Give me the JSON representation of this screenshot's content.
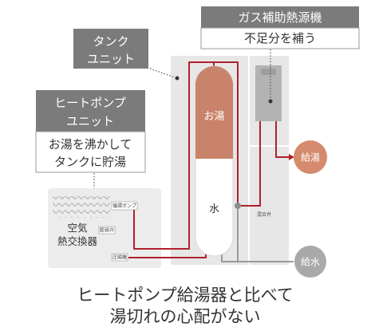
{
  "callouts": {
    "gas_unit": {
      "title": "ガス補助熱源機",
      "description": "不足分を補う"
    },
    "tank_unit": {
      "title_line1": "タンク",
      "title_line2": "ユニット"
    },
    "heat_pump_unit": {
      "title_line1": "ヒートポンプ",
      "title_line2": "ユニット",
      "description_line1": "お湯を沸かして",
      "description_line2": "タンクに貯湯"
    }
  },
  "tank": {
    "hot_zone_label": "お湯",
    "cold_zone_label": "水"
  },
  "heat_pump_parts": {
    "circulation_pump": "循環ポンプ",
    "air_heat_exchanger_line1": "空気",
    "air_heat_exchanger_line2": "熱交換器",
    "expansion_valve": "膨張弁",
    "compressor": "圧縮機"
  },
  "mixing_valve": "混合弁",
  "connections": {
    "hot_water_supply": "給湯",
    "cold_water_supply": "給水"
  },
  "caption": {
    "line1": "ヒートポンプ給湯器と比べて",
    "line2": "湯切れの心配がない"
  },
  "colors": {
    "hot_water": "#c9836a",
    "hot_supply_badge": "#d58a6d",
    "cold_supply_badge": "#a9a9a9",
    "pipe_hot": "#b0202b",
    "pipe_cold": "#9a9a9a",
    "callout_header": "#7b7b7b",
    "unit_panel": "#e7e7e7"
  }
}
